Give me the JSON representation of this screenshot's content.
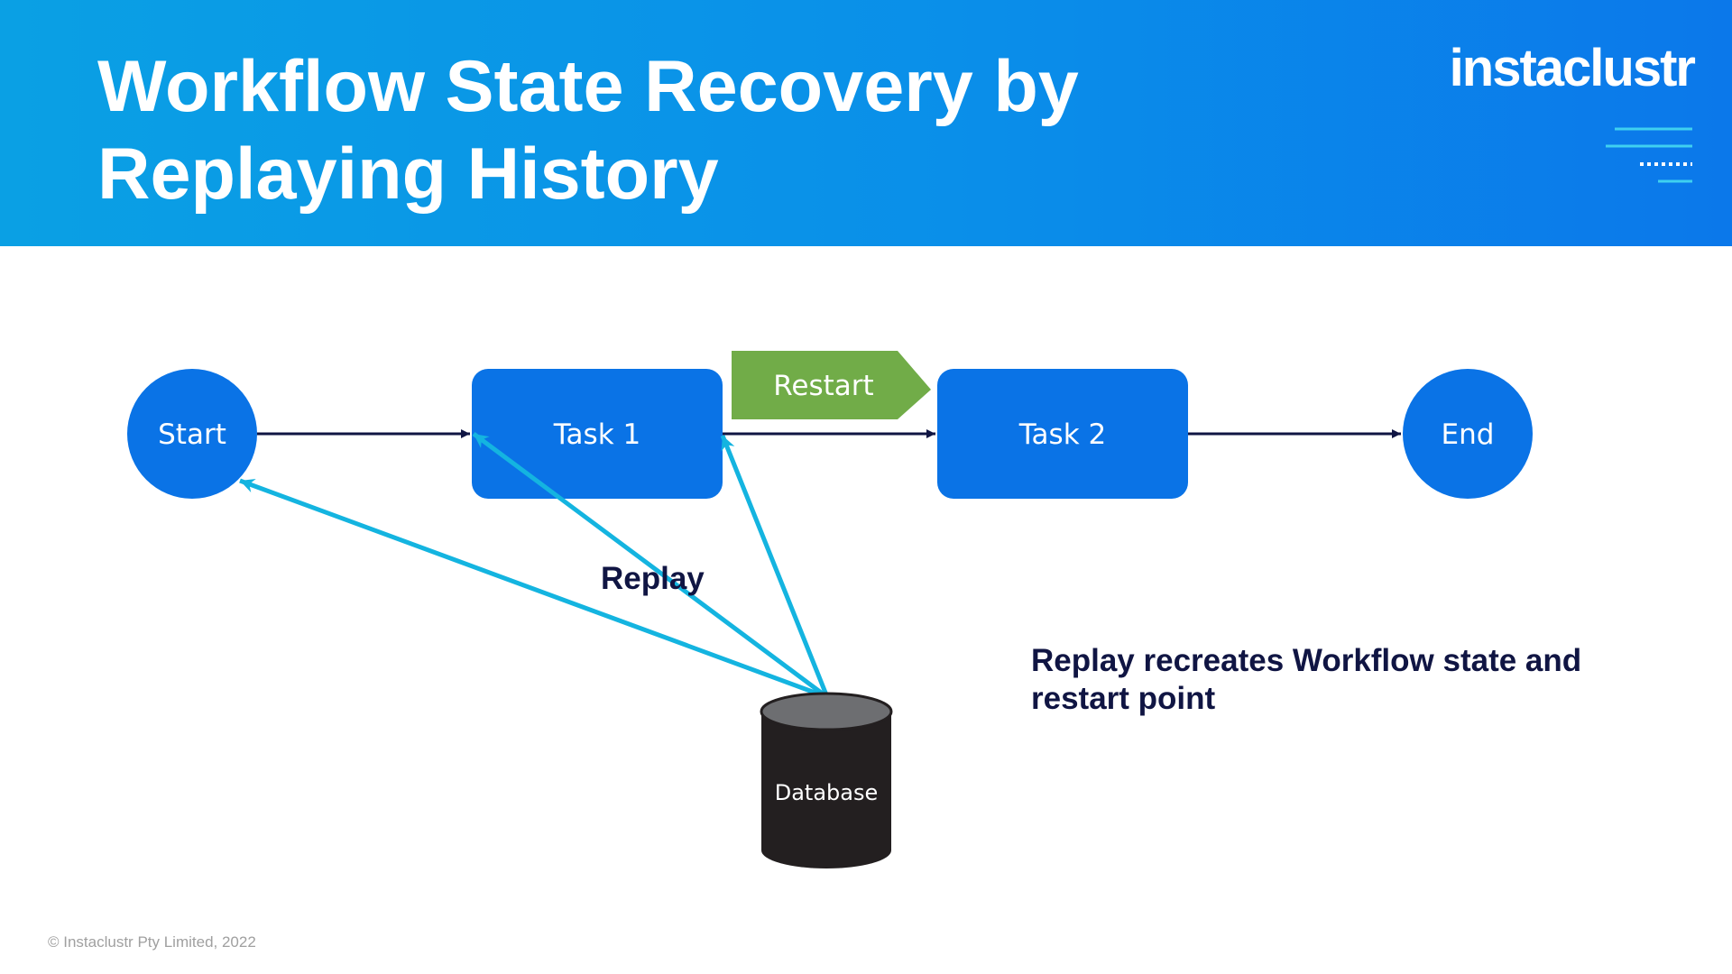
{
  "header": {
    "title_line1": "Workflow State Recovery by",
    "title_line2": "Replaying History",
    "logo": "instaclustr"
  },
  "diagram": {
    "nodes": {
      "start": "Start",
      "task1": "Task 1",
      "task2": "Task 2",
      "end": "End",
      "restart": "Restart",
      "database": "Database"
    },
    "replay_label": "Replay",
    "caption": "Replay recreates Workflow state and restart point"
  },
  "colors": {
    "header_blue": "#0a8fe9",
    "node_blue": "#0a73e6",
    "restart_green": "#71ac48",
    "replay_arrow": "#14b4e0",
    "flow_arrow": "#101543",
    "database": "#231f20",
    "text_dark": "#101543"
  },
  "footer": {
    "copyright": "© Instaclustr Pty Limited, 2022"
  }
}
